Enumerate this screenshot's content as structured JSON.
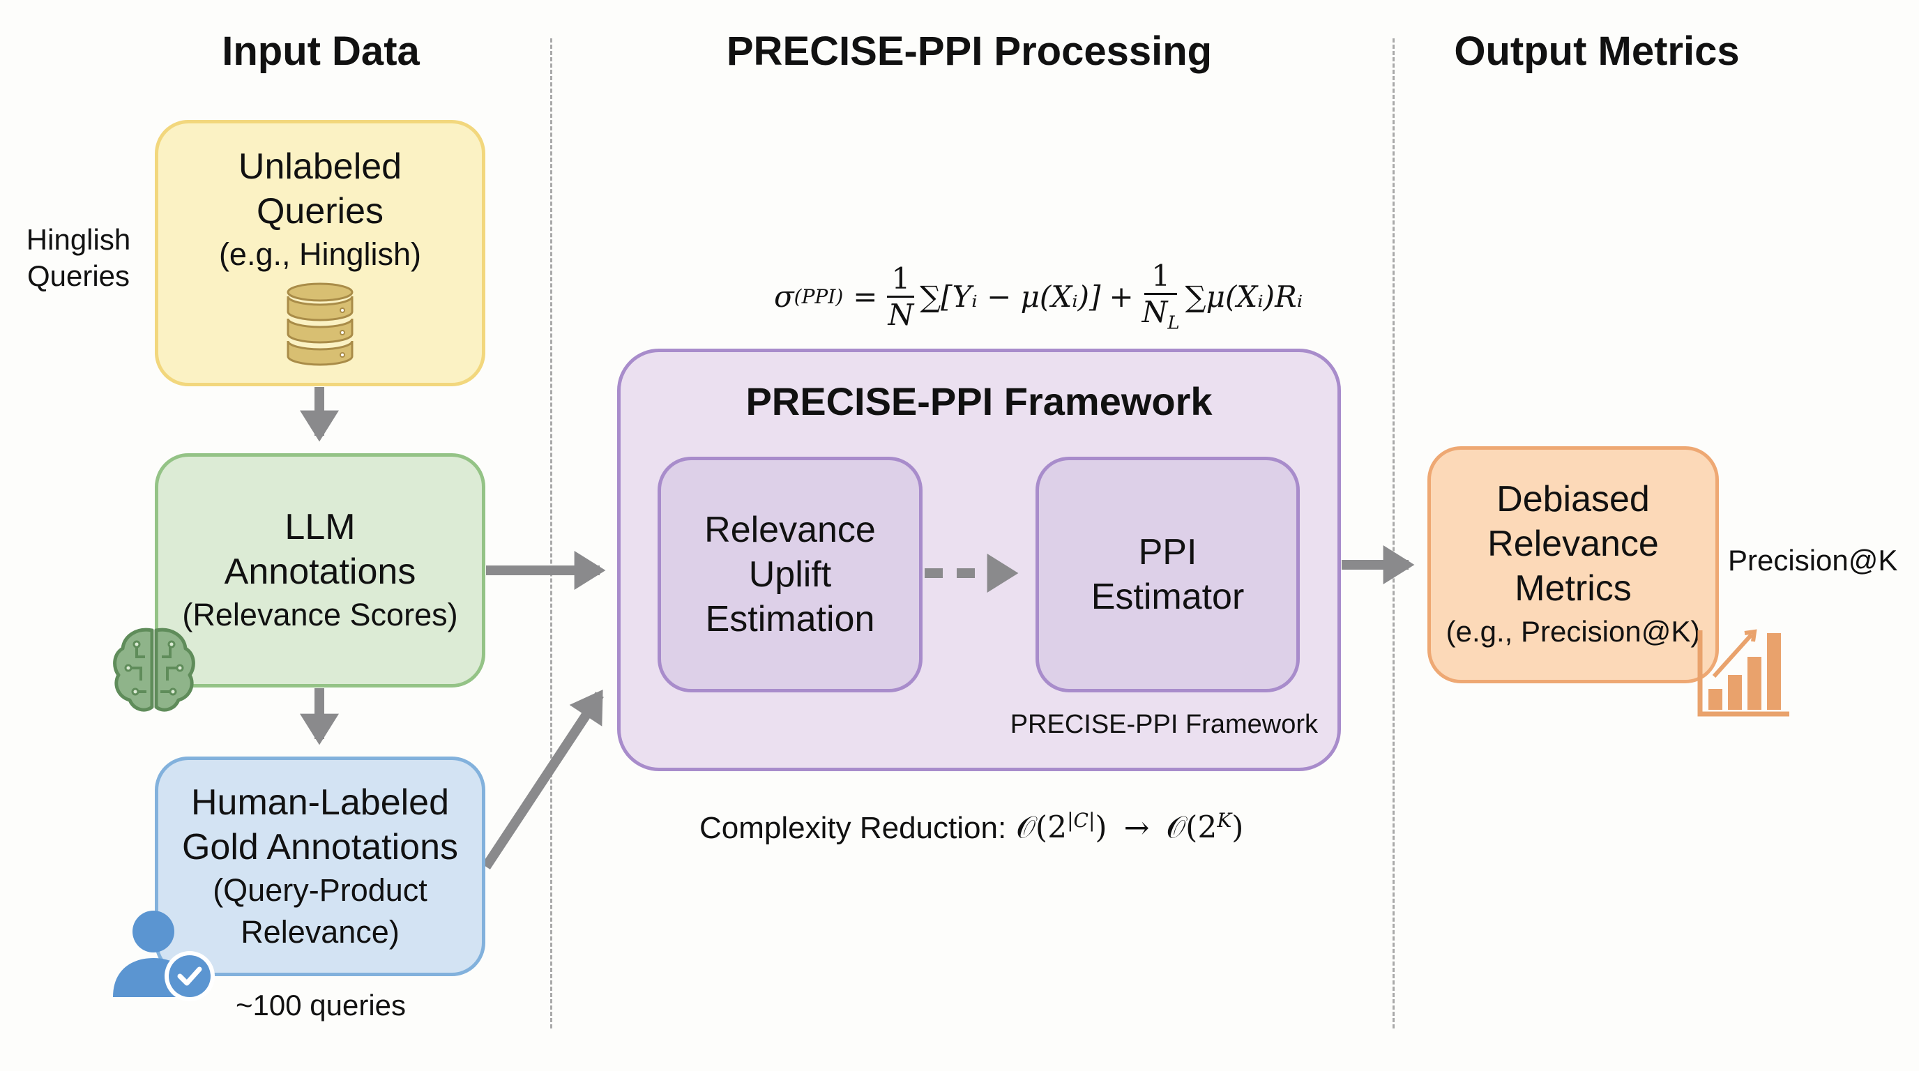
{
  "headers": {
    "input": "Input Data",
    "processing": "PRECISE-PPI Processing",
    "output": "Output Metrics"
  },
  "input": {
    "side_label": [
      "Hinglish",
      "Queries"
    ],
    "unlabeled": {
      "lines": [
        "Unlabeled",
        "Queries"
      ],
      "sub": "(e.g., Hinglish)",
      "icon": "database-icon"
    },
    "llm": {
      "lines": [
        "LLM",
        "Annotations"
      ],
      "sub": "(Relevance Scores)",
      "icon": "brain-circuit-icon"
    },
    "human": {
      "lines": [
        "Human-Labeled",
        "Gold Annotations"
      ],
      "sub": [
        "(Query-Product",
        "Relevance)"
      ],
      "icon": "user-check-icon"
    },
    "count_label": "~100 queries"
  },
  "processing": {
    "formula": {
      "lhs_symbol": "σ",
      "lhs_sub": "(PPI)",
      "frac1_num": "1",
      "frac1_den": "N",
      "term1": "∑[Yᵢ − μ(Xᵢ)]",
      "plus": "+",
      "frac2_num": "1",
      "frac2_den": "N",
      "frac2_den_sub": "L",
      "term2": "∑μ(Xᵢ)Rᵢ"
    },
    "framework": {
      "title": "PRECISE-PPI Framework",
      "caption": "PRECISE-PPI Framework",
      "stage1": [
        "Relevance",
        "Uplift",
        "Estimation"
      ],
      "stage2": [
        "PPI",
        "Estimator"
      ]
    },
    "complexity": {
      "label": "Complexity Reduction:",
      "from_base": "𝒪(2",
      "from_exp": "|C|",
      "arrow": "→",
      "to_base": "𝒪(2",
      "to_exp": "K",
      "close": ")"
    }
  },
  "output": {
    "box": {
      "lines": [
        "Debiased",
        "Relevance",
        "Metrics"
      ],
      "sub": "(e.g., Precision@K)",
      "icon": "bar-chart-up-icon"
    },
    "side_label": "Precision@K"
  },
  "colors": {
    "arrow": "#8a8a8c",
    "yellow": "#fbf2c4",
    "green": "#dcebd5",
    "blue": "#d3e3f3",
    "purple": "#ebe0f0",
    "orange": "#fcd9b8"
  }
}
